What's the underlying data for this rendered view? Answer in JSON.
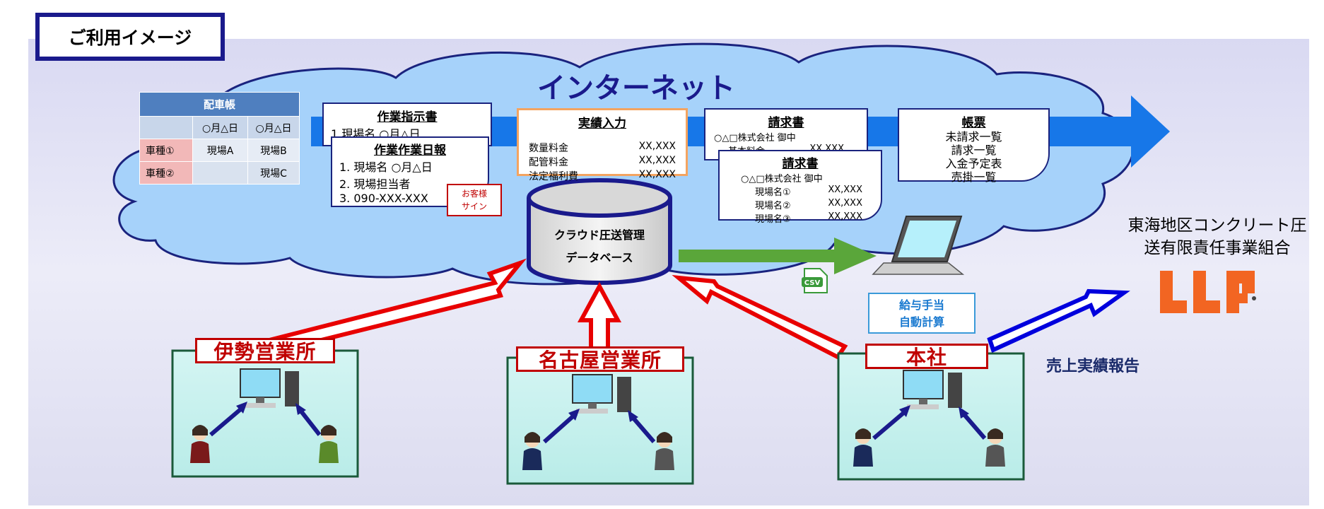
{
  "title": "ご利用イメージ",
  "internet_label": "インターネット",
  "haishacho": {
    "title": "配車帳",
    "dates": [
      "○月△日",
      "○月△日"
    ],
    "rows": [
      {
        "vehicle": "車種①",
        "cells": [
          "現場A",
          "現場B"
        ]
      },
      {
        "vehicle": "車種②",
        "cells": [
          "",
          "現場C"
        ]
      }
    ]
  },
  "work_order": {
    "title": "作業指示書",
    "line": "1.現場名 ○月△日"
  },
  "daily_report": {
    "title": "作業作業日報",
    "lines": [
      "1.  現場名 ○月△日",
      "2.  現場担当者",
      "3.  090-XXX-XXX"
    ],
    "stamp": [
      "お客様",
      "サイン"
    ]
  },
  "results_input": {
    "title": "実績入力",
    "rows": [
      {
        "label": "数量料金",
        "value": "XX,XXX"
      },
      {
        "label": "配管料金",
        "value": "XX,XXX"
      },
      {
        "label": "法定福利費",
        "value": "XX,XXX"
      }
    ]
  },
  "invoice1": {
    "title": "請求書",
    "to": "○△□株式会社 御中",
    "row_label": "基本料金",
    "row_value": "XX,XXX"
  },
  "invoice2": {
    "title": "請求書",
    "to": "○△□株式会社 御中",
    "rows": [
      {
        "label": "現場名①",
        "value": "XX,XXX"
      },
      {
        "label": "現場名②",
        "value": "XX,XXX"
      },
      {
        "label": "現場名③",
        "value": "XX,XXX"
      }
    ]
  },
  "ledger": {
    "title": "帳票",
    "items": [
      "未請求一覧",
      "請求一覧",
      "入金予定表",
      "売掛一覧"
    ]
  },
  "database": {
    "line1": "クラウド圧送管理",
    "line2": "データベース"
  },
  "csv_label": "CSV",
  "salary_box": {
    "line1": "給与手当",
    "line2": "自動計算"
  },
  "union_name": {
    "line1": "東海地区コンクリート圧",
    "line2": "送有限責任事業組合"
  },
  "sales_report": "売上実績報告",
  "offices": [
    "伊勢営業所",
    "名古屋営業所",
    "本社"
  ],
  "colors": {
    "cloud": "#a6d2fa",
    "band": "#e4e4f4",
    "arrow_blue": "#1777e8",
    "arrow_red": "#e80000",
    "arrow_green": "#5aa63a",
    "navy": "#1a1a8c",
    "logo": "#f26522"
  }
}
